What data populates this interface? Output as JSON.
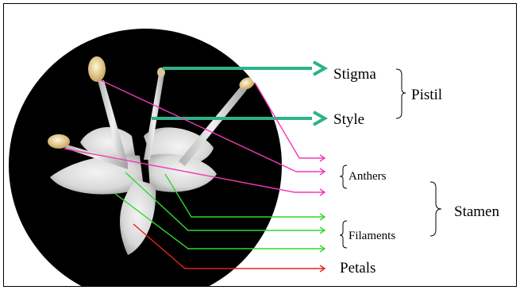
{
  "labels": {
    "stigma": "Stigma",
    "style": "Style",
    "pistil": "Pistil",
    "anthers": "Anthers",
    "filaments": "Filaments",
    "stamen": "Stamen",
    "petals": "Petals"
  },
  "colors": {
    "pistil_arrows": "#2db38a",
    "anther_arrows": "#f03ab4",
    "filament_arrows": "#33d633",
    "petal_arrow": "#e82020",
    "photo_background": "#000000",
    "frame": "#000000"
  }
}
